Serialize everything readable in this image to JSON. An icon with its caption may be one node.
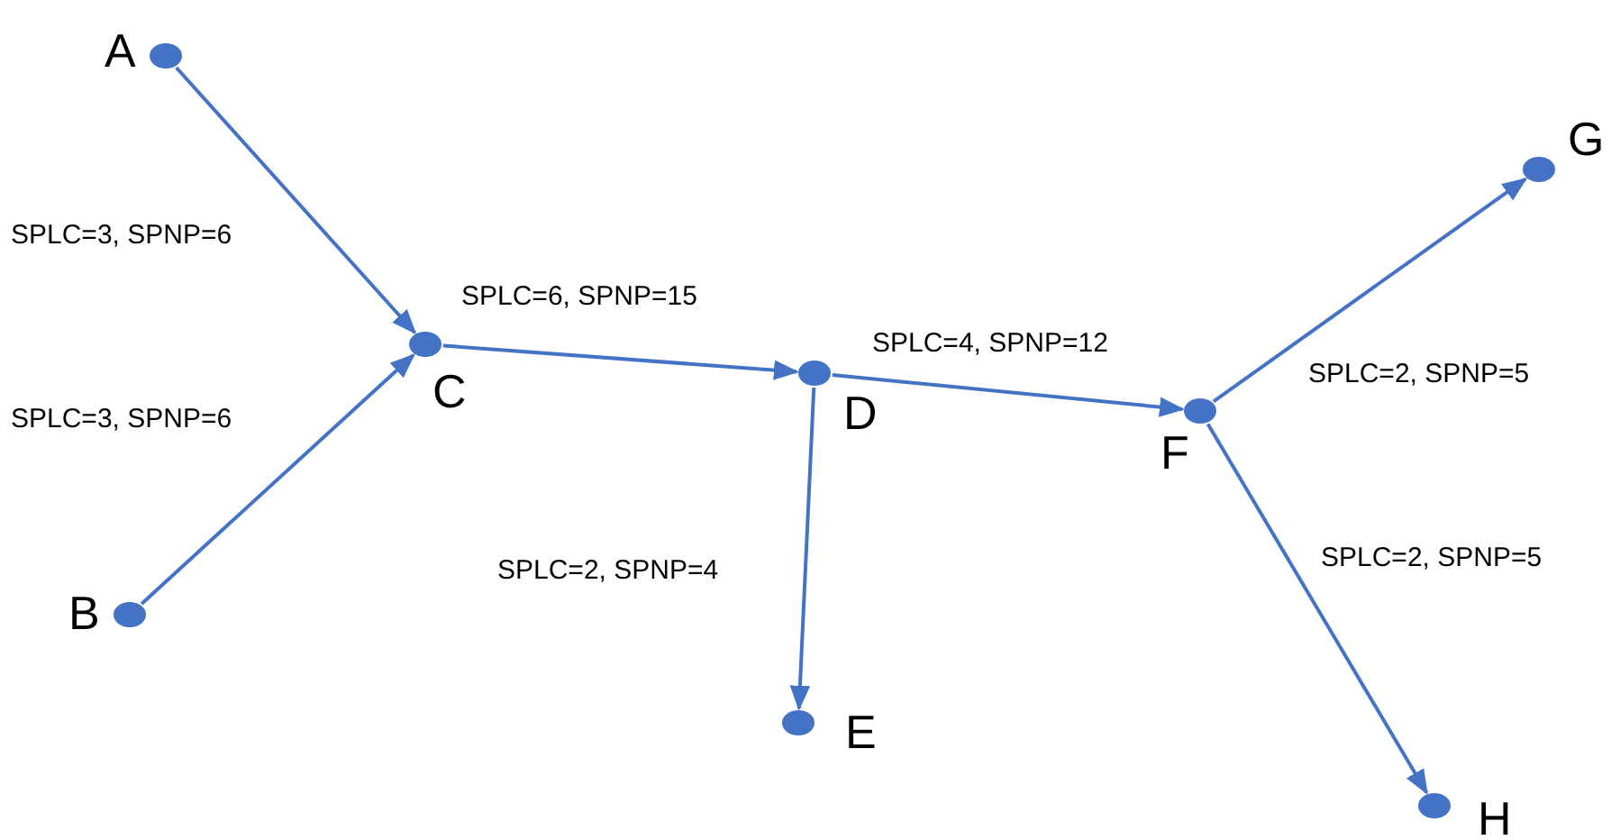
{
  "diagram": {
    "nodes": [
      {
        "text": [
          "A"
        ]
      },
      {
        "text": [
          "B"
        ]
      },
      {
        "text": [
          "C"
        ]
      },
      {
        "text": [
          "D"
        ]
      },
      {
        "text": [
          "E"
        ]
      },
      {
        "text": [
          "F"
        ]
      },
      {
        "text": [
          "G"
        ]
      },
      {
        "text": [
          "H"
        ]
      }
    ],
    "edges": [
      {
        "from": 0,
        "to": 2,
        "arrow": "to",
        "label": "SPLC=3, SPNP=6"
      },
      {
        "from": 1,
        "to": 2,
        "arrow": "to",
        "label": "SPLC=3, SPNP=6"
      },
      {
        "from": 2,
        "to": 3,
        "arrow": "to",
        "label": "SPLC=6, SPNP=15"
      },
      {
        "from": 3,
        "to": 4,
        "arrow": "to",
        "label": "SPLC=2, SPNP=4"
      },
      {
        "from": 3,
        "to": 5,
        "arrow": "to",
        "label": "SPLC=4, SPNP=12"
      },
      {
        "from": 5,
        "to": 6,
        "arrow": "to",
        "label": "SPLC=2, SPNP=5"
      },
      {
        "from": 5,
        "to": 7,
        "arrow": "to",
        "label": "SPLC=2, SPNP=5"
      }
    ]
  }
}
